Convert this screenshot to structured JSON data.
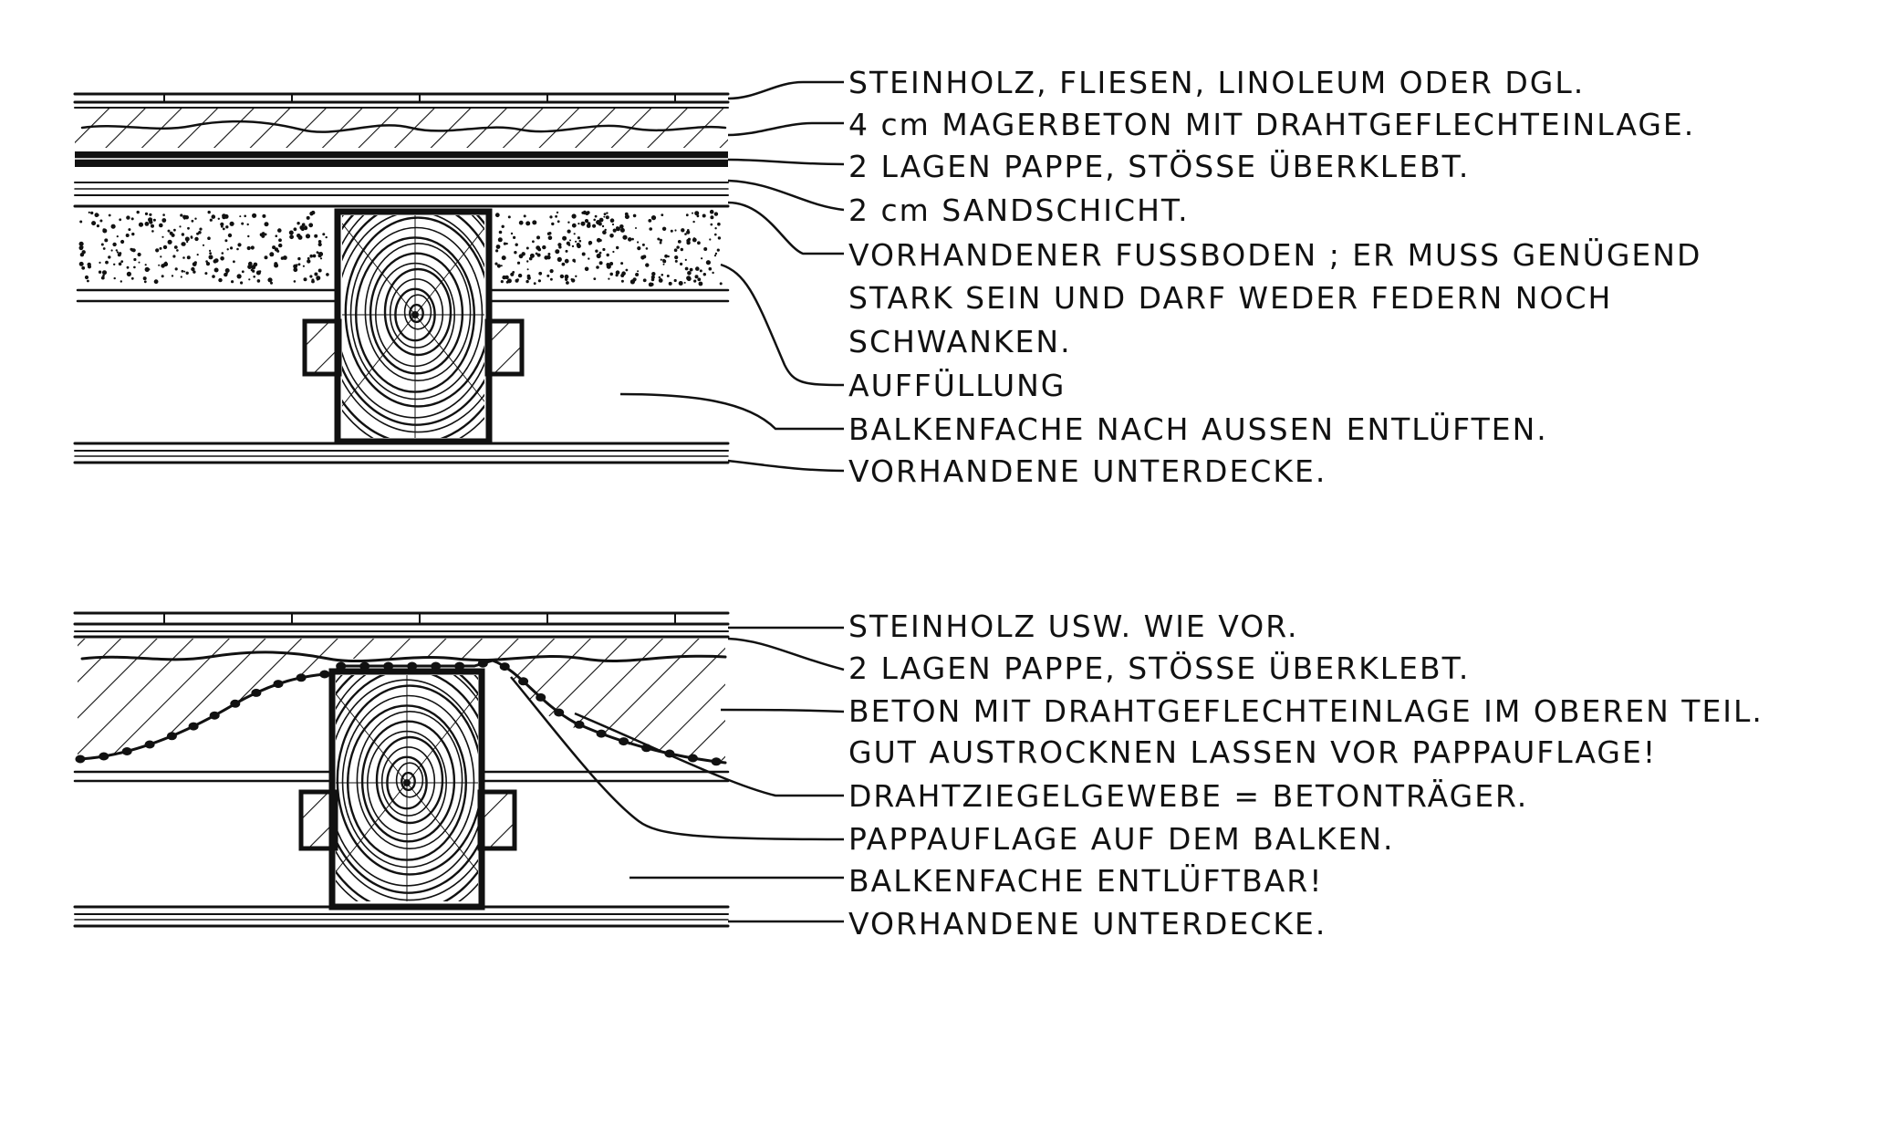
{
  "colors": {
    "ink": "#111111",
    "paper": "#ffffff"
  },
  "diagrams": [
    {
      "id": "top",
      "labels": [
        "STEINHOLZ, FLIESEN, LINOLEUM ODER DGL.",
        "4 cm MAGERBETON MIT DRAHTGEFLECHTEINLAGE.",
        "2 LAGEN PAPPE, STÖSSE ÜBERKLEBT.",
        "2 cm SANDSCHICHT.",
        "VORHANDENER FUSSBODEN ; ER MUSS GENÜGEND",
        "STARK SEIN UND DARF WEDER FEDERN NOCH",
        "SCHWANKEN.",
        "AUFFÜLLUNG",
        "BALKENFACHE NACH AUSSEN ENTLÜFTEN.",
        "VORHANDENE UNTERDECKE."
      ]
    },
    {
      "id": "bottom",
      "labels": [
        "STEINHOLZ USW. WIE VOR.",
        "2 LAGEN PAPPE, STÖSSE ÜBERKLEBT.",
        "BETON MIT DRAHTGEFLECHTEINLAGE IM OBEREN TEIL.",
        "GUT AUSTROCKNEN LASSEN VOR PAPPAUFLAGE!",
        "DRAHTZIEGELGEWEBE = BETONTRÄGER.",
        "PAPPAUFLAGE AUF DEM BALKEN.",
        "BALKENFACHE ENTLÜFTBAR!",
        "VORHANDENE UNTERDECKE."
      ]
    }
  ]
}
